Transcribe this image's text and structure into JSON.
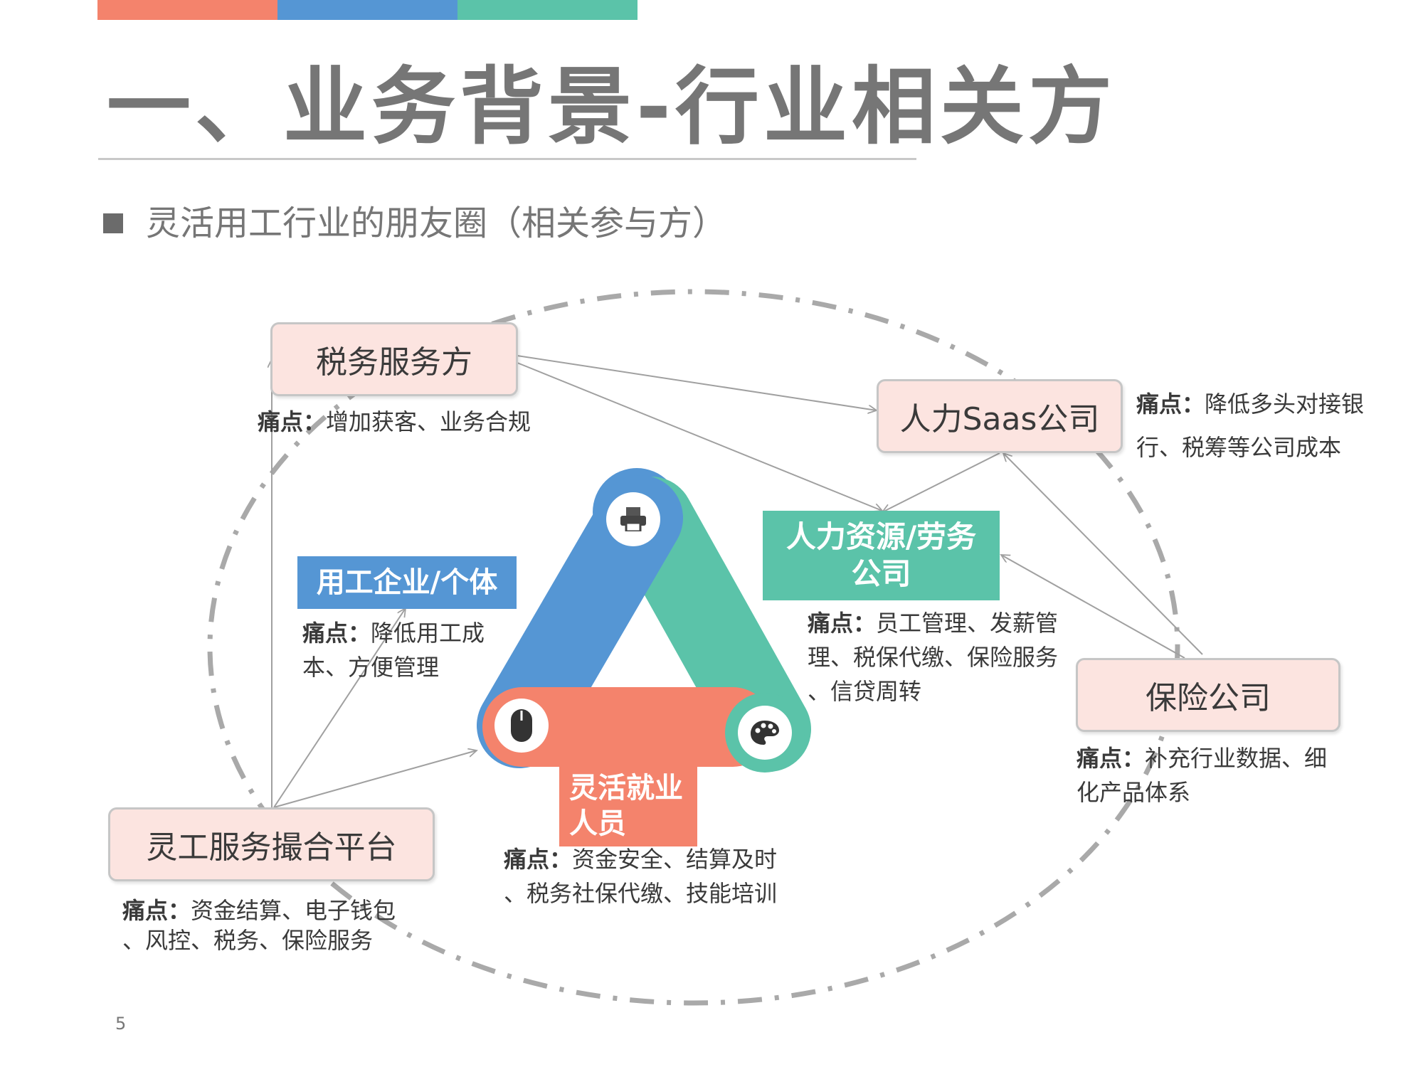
{
  "header": {
    "title": "一、业务背景-行业相关方",
    "subtitle": "灵活用工行业的朋友圈（相关参与方）",
    "bar_colors": [
      "#f4836c",
      "#5596d4",
      "#5bc3a9"
    ]
  },
  "colors": {
    "pink_fill": "#fce4e0",
    "blue": "#5596d4",
    "green": "#5bc3a9",
    "salmon": "#f4836c",
    "dash_ring": "#a9a9a9",
    "arrow": "#a0a0a0"
  },
  "pain_label": "痛点：",
  "parties": {
    "tax": {
      "label": "税务服务方",
      "pain": "增加获客、业务合规"
    },
    "hr_saas": {
      "label": "人力Saas公司",
      "pain_lines": [
        "降低多头对接银",
        "行、税筹等公司成本"
      ]
    },
    "hr_agency": {
      "label_lines": [
        "人力资源/劳务",
        "公司"
      ],
      "pain_lines": [
        "员工管理、发薪管",
        "理、税保代缴、保险服务",
        "、信贷周转"
      ]
    },
    "insurance": {
      "label": "保险公司",
      "pain_lines": [
        "补充行业数据、细",
        "化产品体系"
      ]
    },
    "employer": {
      "label": "用工企业/个体",
      "pain_lines": [
        "降低用工成",
        "本、方便管理"
      ]
    },
    "platform": {
      "label": "灵工服务撮合平台",
      "pain_lines": [
        "资金结算、电子钱包",
        "、风控、税务、保险服务"
      ]
    },
    "worker": {
      "label_lines": [
        "灵活就业",
        "人员"
      ],
      "pain_lines": [
        "资金安全、结算及时",
        "、税务社保代缴、技能培训"
      ]
    }
  },
  "icons": [
    "printer-icon",
    "mouse-icon",
    "palette-icon"
  ],
  "page_number": "5"
}
